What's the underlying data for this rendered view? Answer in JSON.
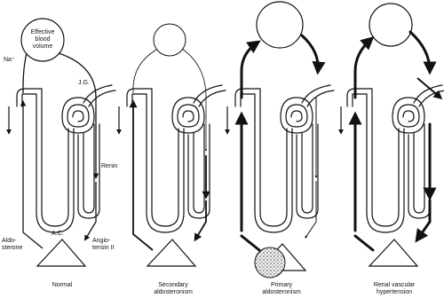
{
  "labels": {
    "effective_blood_volume": [
      "Effective",
      "blood",
      "volume"
    ],
    "sodium": "Na⁺",
    "jg": "J.G.",
    "renin": "Renin",
    "ac": "A.C.",
    "aldosterone": [
      "Aldo-",
      "sterone"
    ],
    "angiotensin": [
      "Angio-",
      "tensin II"
    ]
  },
  "panels": [
    {
      "caption": [
        "Normal"
      ]
    },
    {
      "caption": [
        "Secondary",
        "aldosteronism"
      ]
    },
    {
      "caption": [
        "Primary",
        "aldosteronism"
      ]
    },
    {
      "caption": [
        "Renal vascular",
        "hypertension"
      ]
    }
  ],
  "colors": {
    "ink": "#111111",
    "paper": "#ffffff"
  }
}
